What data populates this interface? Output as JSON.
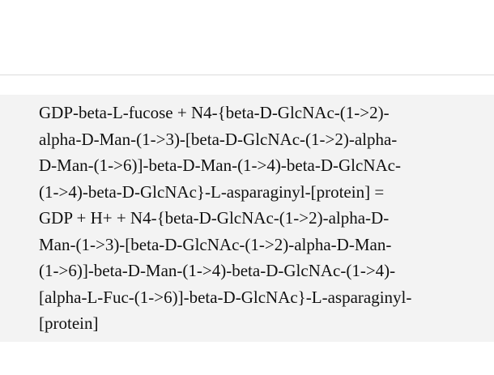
{
  "reaction": {
    "lines": [
      "GDP-beta-L-fucose + N4-{beta-D-GlcNAc-(1->2)-",
      "alpha-D-Man-(1->3)-[beta-D-GlcNAc-(1->2)-alpha-",
      "D-Man-(1->6)]-beta-D-Man-(1->4)-beta-D-GlcNAc-",
      "(1->4)-beta-D-GlcNAc}-L-asparaginyl-[protein] =",
      "GDP + H+ + N4-{beta-D-GlcNAc-(1->2)-alpha-D-",
      "Man-(1->3)-[beta-D-GlcNAc-(1->2)-alpha-D-Man-",
      "(1->6)]-beta-D-Man-(1->4)-beta-D-GlcNAc-(1->4)-",
      "[alpha-L-Fuc-(1->6)]-beta-D-GlcNAc}-L-asparaginyl-",
      "[protein]"
    ]
  }
}
